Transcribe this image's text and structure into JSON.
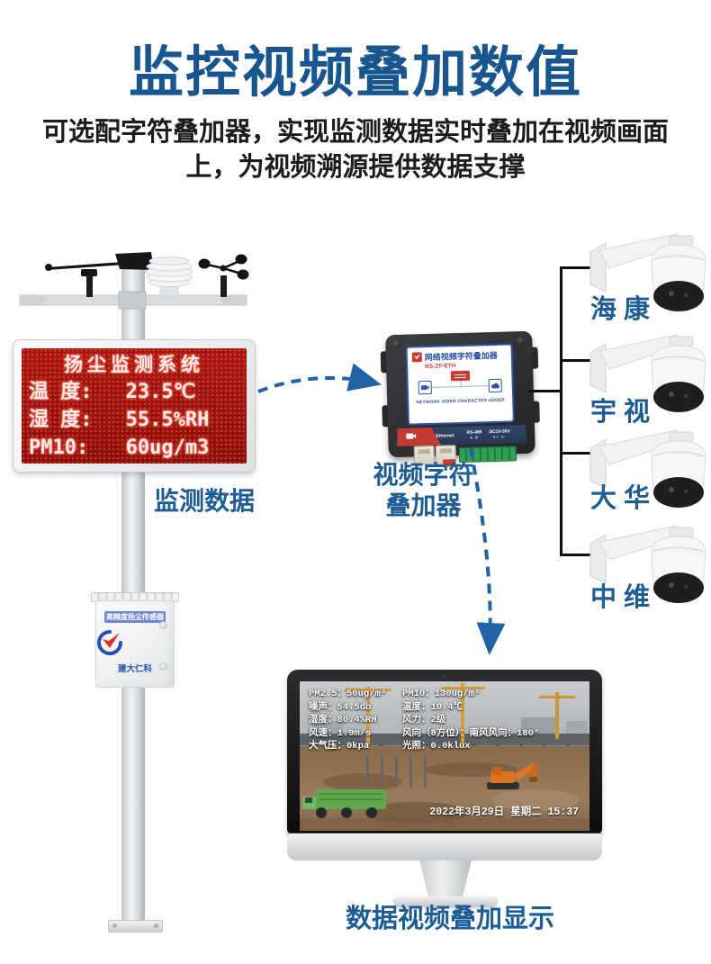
{
  "header": {
    "title": "监控视频叠加数值",
    "subtitle_line1": "可选配字符叠加器，实现监测数据实时叠加在视频画面",
    "subtitle_line2": "上，为视频溯源提供数据支撑",
    "title_color": "#19568f"
  },
  "station": {
    "led_header": "扬尘监测系统",
    "led_rows": [
      {
        "label": "温 度:",
        "value": "23.5℃"
      },
      {
        "label": "湿 度:",
        "value": "55.5%RH"
      },
      {
        "label": "PM10:",
        "value": "60ug/m3"
      }
    ],
    "caption": "监测数据",
    "sensor_box": {
      "strip": "高精度扬尘传感器",
      "brand": "建大仁科"
    },
    "led_colors": {
      "panel": "#9c120e",
      "text": "#ffece8"
    }
  },
  "overlay_device": {
    "title": "网络视频字符叠加器",
    "model": "RS-ZF-ETH",
    "subtitle_en": "NETWORK VIDEO CHARACTER ADDER",
    "ports": {
      "ethernet": "Ethernet",
      "rs485": "RS-485",
      "power": "DC10-30V"
    },
    "caption_line1": "视频字符",
    "caption_line2": "叠加器"
  },
  "cameras": [
    {
      "label": "海 康"
    },
    {
      "label": "宇 视"
    },
    {
      "label": "大 华"
    },
    {
      "label": "中 维"
    }
  ],
  "monitor": {
    "overlay_rows": [
      {
        "left": "PM2.5：50ug/m³",
        "right": "PM10：130ug/m³"
      },
      {
        "left": "噪声：54.5db",
        "right": "温度：10.4℃"
      },
      {
        "left": "湿度：80.4%RH",
        "right": "风力：2级"
      },
      {
        "left": "风速：1.9m/s",
        "right": "风向（8方位）：南风风向：180°"
      },
      {
        "left": "大气压：0kpa",
        "right": "光照：0.0klux"
      }
    ],
    "datetime": "2022年3月29日 星期二 15:37",
    "caption": "数据视频叠加显示"
  },
  "accent_colors": {
    "label_blue": "#1d5c94",
    "arrow_blue": "#2263a6"
  }
}
